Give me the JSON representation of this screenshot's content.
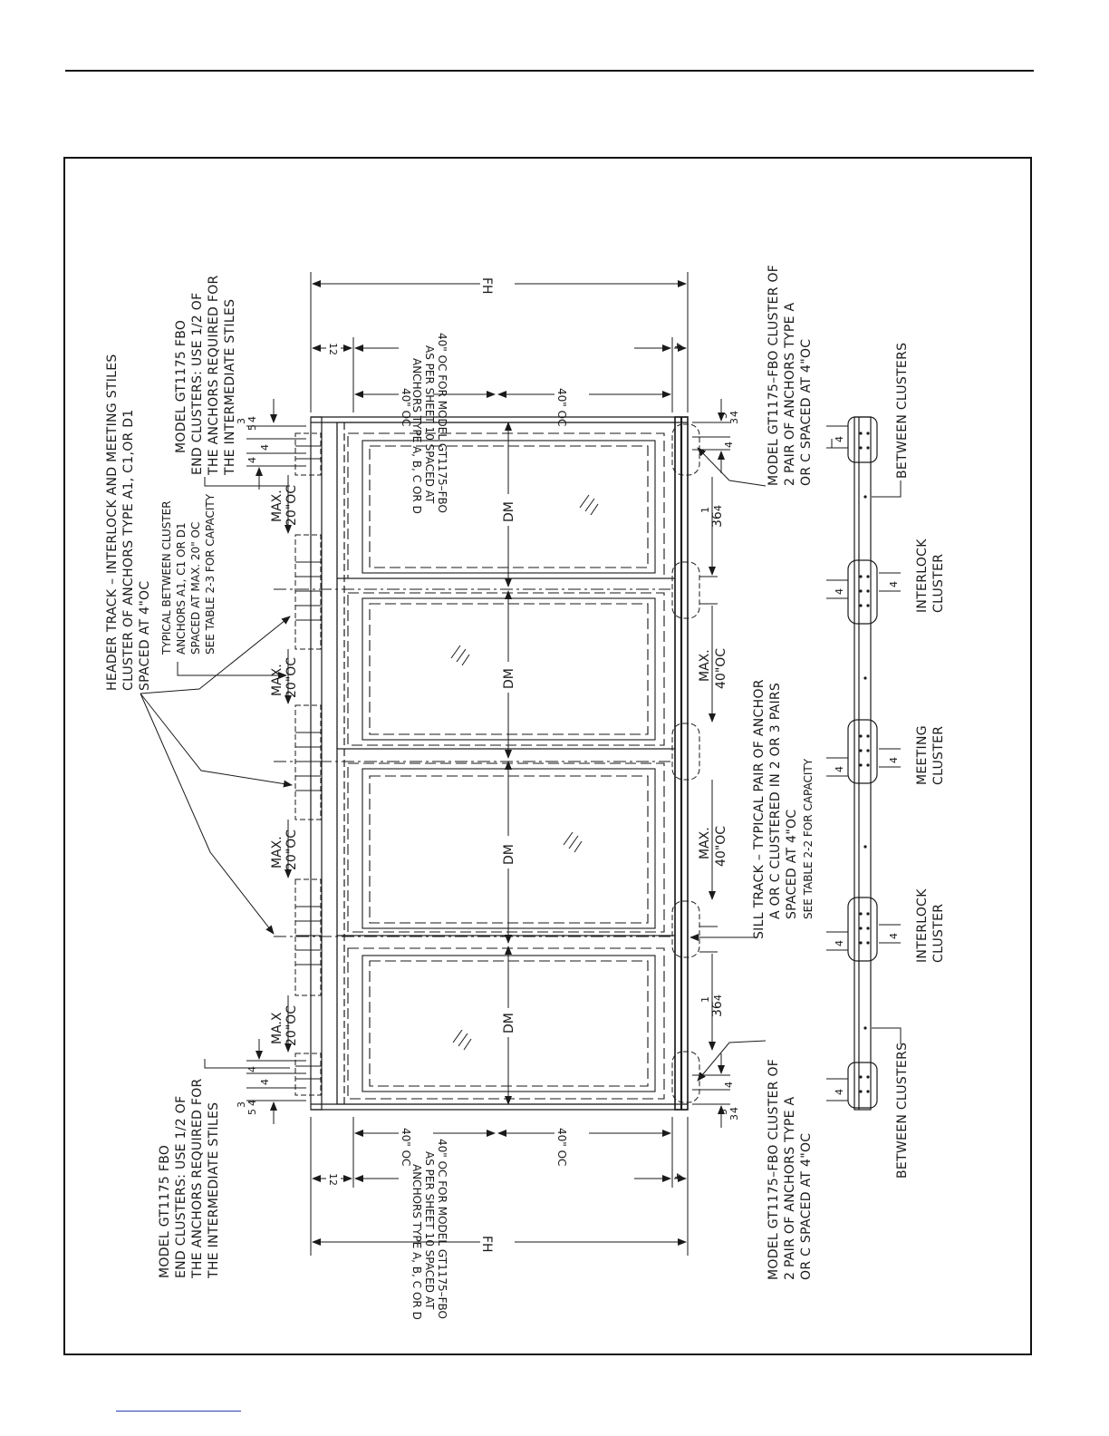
{
  "notes": {
    "header_track": [
      "HEADER TRACK – INTERLOCK AND MEETING STILES",
      "CLUSTER OF ANCHORS TYPE A1, C1,OR D1",
      "SPACED AT 4\"OC"
    ],
    "end_cluster_top": [
      "MODEL GT1175 FBO",
      "END CLUSTERS: USE 1/2 OF",
      "THE ANCHORS REQUIRED FOR",
      "THE INTERMEDIATE STILES"
    ],
    "end_cluster_bottom": [
      "MODEL GT1175 FBO",
      "END CLUSTERS: USE 1/2 OF",
      "THE ANCHORS REQUIRED FOR",
      "THE INTERMEDIATE STILES"
    ],
    "typical_between": [
      "TYPICAL BETWEEN CLUSTER",
      "ANCHORS A1, C1 OR D1",
      "SPACED AT MAX. 20\" OC",
      "SEE TABLE 2-3 FOR CAPACITY"
    ],
    "sill_track": [
      "SILL TRACK – TYPICAL PAIR OF ANCHOR",
      "A OR C CLUSTERED IN 2 OR 3 PAIRS",
      "SPACED AT 4\"OC",
      "SEE TABLE 2-2 FOR CAPACITY"
    ],
    "model_cluster_top": [
      "MODEL GT1175–FBO CLUSTER OF",
      "2 PAIR OF ANCHORS TYPE A",
      "OR C SPACED AT 4\"OC"
    ],
    "model_cluster_bottom": [
      "MODEL GT1175–FBO CLUSTER OF",
      "2 PAIR OF ANCHORS TYPE A",
      "OR C SPACED AT 4\"OC"
    ],
    "anchors_types_top": [
      "ANCHORS TYPE A, B, C OR D",
      "AS PER SHEET 10 SPACED AT",
      "40\" OC FOR MODEL GT1175–FBO"
    ],
    "anchors_types_bottom": [
      "ANCHORS TYPE A, B, C OR D",
      "AS PER SHEET 10 SPACED AT",
      "40\" OC FOR MODEL GT1175–FBO"
    ]
  },
  "dims": {
    "fh": "FH",
    "dm": "DM",
    "oc40": "40\" OC",
    "twelve": "12",
    "four": "4",
    "max": "MAX.",
    "max_alt": "MA.X",
    "oc20": "20\"OC",
    "oc40b": "40\"OC",
    "whole36": "36",
    "whole5": "5",
    "whole3": "3",
    "frac_1": "1",
    "frac_3": "3",
    "frac_4": "4"
  },
  "clusters": {
    "between": "BETWEEN  CLUSTERS",
    "interlock": [
      "INTERLOCK",
      "CLUSTER"
    ],
    "meeting": [
      "MEETING",
      "CLUSTER"
    ]
  }
}
